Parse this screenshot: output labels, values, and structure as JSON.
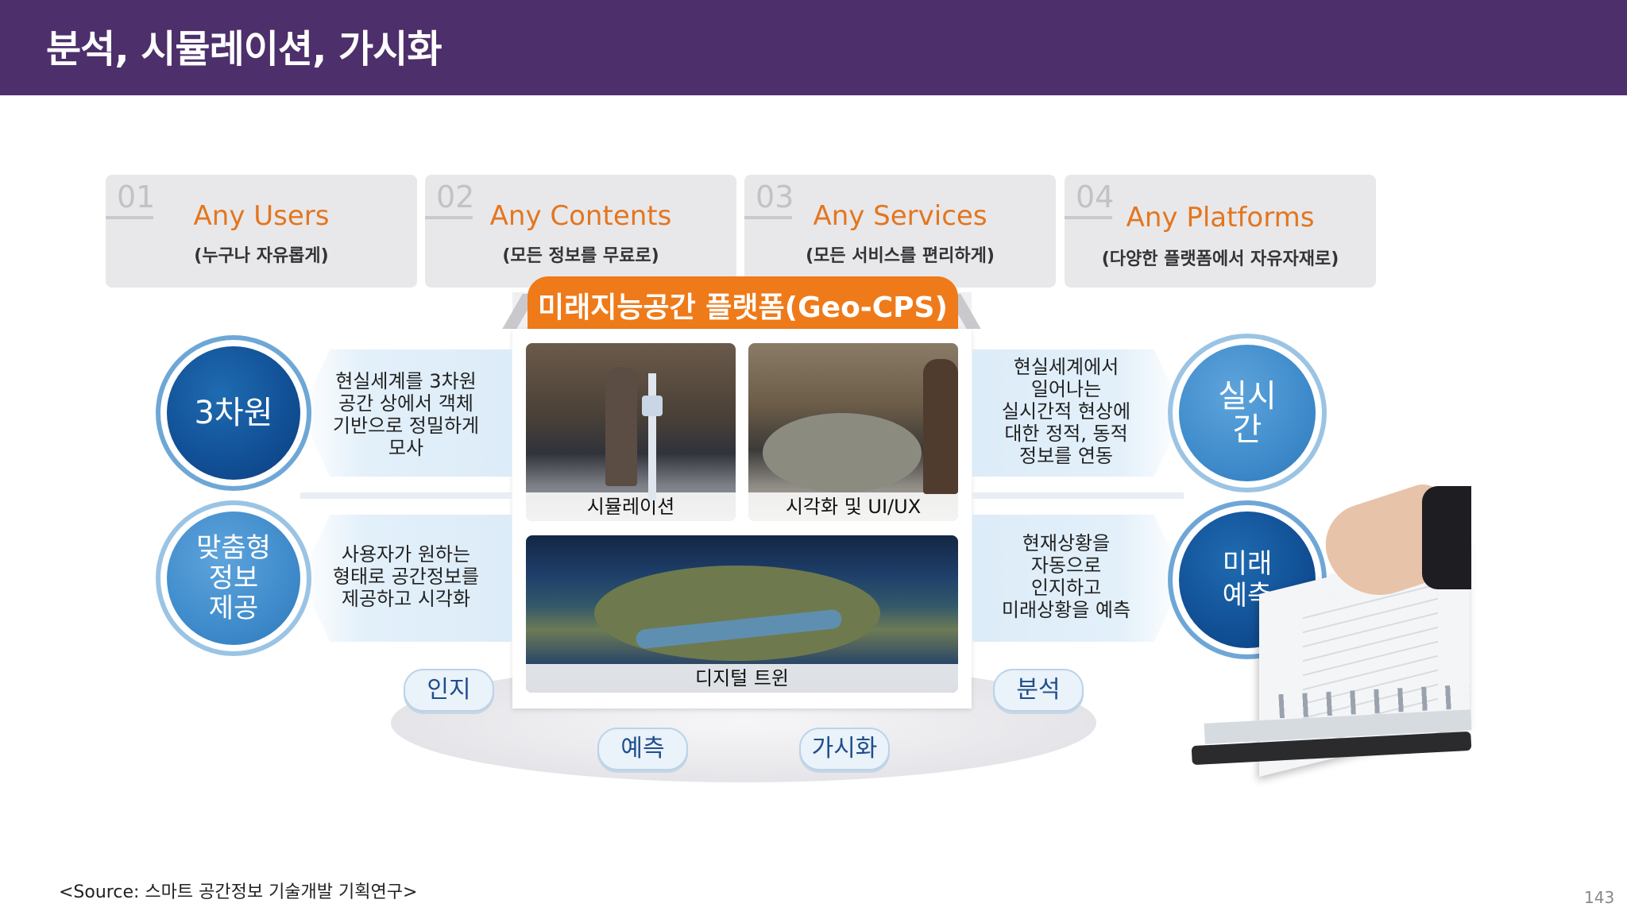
{
  "header": {
    "title": "분석, 시뮬레이션, 가시화"
  },
  "cards": [
    {
      "num": "01",
      "title": "Any Users",
      "sub": "(누구나 자유롭게)"
    },
    {
      "num": "02",
      "title": "Any Contents",
      "sub": "(모든 정보를 무료로)"
    },
    {
      "num": "03",
      "title": "Any Services",
      "sub": "(모든 서비스를 편리하게)"
    },
    {
      "num": "04",
      "title": "Any Platforms",
      "sub": "(다양한 플랫폼에서 자유자재로)"
    }
  ],
  "platform": {
    "title": "미래지능공간 플랫폼(Geo-CPS)"
  },
  "photos": [
    {
      "caption": "시뮬레이션"
    },
    {
      "caption": "시각화 및 UI/UX"
    },
    {
      "caption": "디지털 트윈"
    }
  ],
  "left": [
    {
      "circle": "3차원",
      "text": [
        "현실세계를 3차원",
        "공간 상에서 객체",
        "기반으로 정밀하게",
        "모사"
      ]
    },
    {
      "circle": [
        "맞춤형",
        "정보",
        "제공"
      ],
      "text": [
        "사용자가 원하는",
        "형태로 공간정보를",
        "제공하고 시각화"
      ]
    }
  ],
  "right": [
    {
      "circle": [
        "실시",
        "간"
      ],
      "text": [
        "현실세계에서",
        "일어나는",
        "실시간적 현상에",
        "대한 정적, 동적",
        "정보를 연동"
      ]
    },
    {
      "circle": [
        "미래",
        "예측"
      ],
      "text": [
        "현재상황을",
        "자동으로",
        "인지하고",
        "미래상황을 예측"
      ]
    }
  ],
  "pills": [
    "인지",
    "분석",
    "예측",
    "가시화"
  ],
  "footer": {
    "source": "<Source: 스마트 공간정보 기술개발 기획연구>",
    "page": "143"
  },
  "colors": {
    "header": "#4d2f6b",
    "accent": "#e3761f",
    "banner": "#ef7a1a",
    "dark_blue": "#114f95",
    "light_blue": "#3f8bcb"
  }
}
